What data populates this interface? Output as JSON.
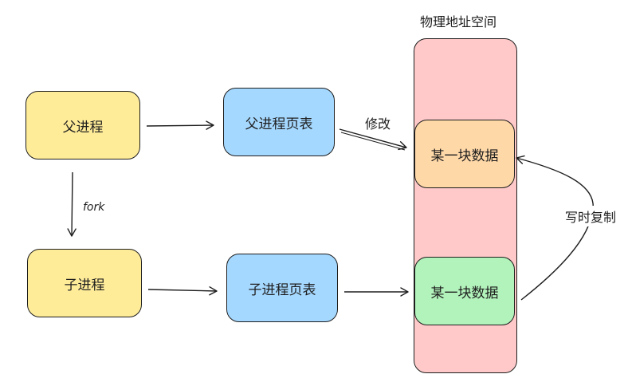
{
  "physical_title": "物理地址空间",
  "parent_process": "父进程",
  "parent_page_table": "父进程页表",
  "child_process": "子进程",
  "child_page_table": "子进程页表",
  "data_block_modified": "某一块数据",
  "data_block_original": "某一块数据",
  "label_fork": "fork",
  "label_modify": "修改",
  "label_cow": "写时复制",
  "colors": {
    "process": "#ffec99",
    "page_table": "#a5d8ff",
    "physical_space": "#ffc9c9",
    "modified_block": "#ffd8a8",
    "original_block": "#b2f2bb",
    "stroke": "#1e1e1e"
  }
}
